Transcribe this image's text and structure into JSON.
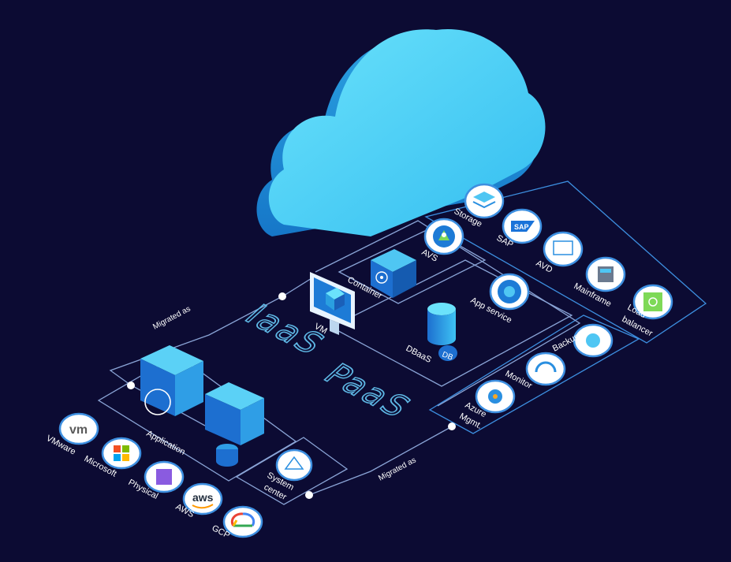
{
  "big_labels": {
    "iaas": "IaaS",
    "paas": "PaaS"
  },
  "connectors": {
    "migrated_as_left": "Migrated as",
    "migrated_as_bottom": "Migrated as"
  },
  "iaas": {
    "vm": "VM",
    "container": "Container",
    "avs": "AVS",
    "application": "Application",
    "system_center_line1": "System",
    "system_center_line2": "center"
  },
  "paas": {
    "app_service": "App service",
    "dbaas": "DBaaS",
    "db_badge": "DB"
  },
  "services": [
    {
      "label": "Storage",
      "icon": "storage-icon"
    },
    {
      "label": "SAP",
      "icon": "sap-logo"
    },
    {
      "label": "AVD",
      "icon": "avd-icon"
    },
    {
      "label": "Mainframe",
      "icon": "mainframe-icon"
    },
    {
      "label_line1": "Load",
      "label_line2": "balancer",
      "icon": "load-balancer-icon"
    }
  ],
  "ops": [
    {
      "label": "Backup",
      "icon": "backup-icon"
    },
    {
      "label": "Monitor",
      "icon": "monitor-icon"
    },
    {
      "label_line1": "Azure",
      "label_line2": "Mgmt.",
      "icon": "azure-mgmt-icon"
    }
  ],
  "sources": [
    {
      "label": "VMware",
      "logo_text": "vm",
      "icon": "vmware-logo"
    },
    {
      "label": "Microsoft",
      "icon": "microsoft-logo"
    },
    {
      "label": "Physical",
      "icon": "physical-server-icon"
    },
    {
      "label": "AWS",
      "logo_text": "aws",
      "icon": "aws-logo"
    },
    {
      "label": "GCP",
      "icon": "gcp-logo"
    }
  ],
  "colors": {
    "background": "#0c0b33",
    "cloud_light": "#56d4f7",
    "cloud_dark": "#1c8fd6",
    "line": "#8aa4d6",
    "accent": "#3d8fe0"
  }
}
